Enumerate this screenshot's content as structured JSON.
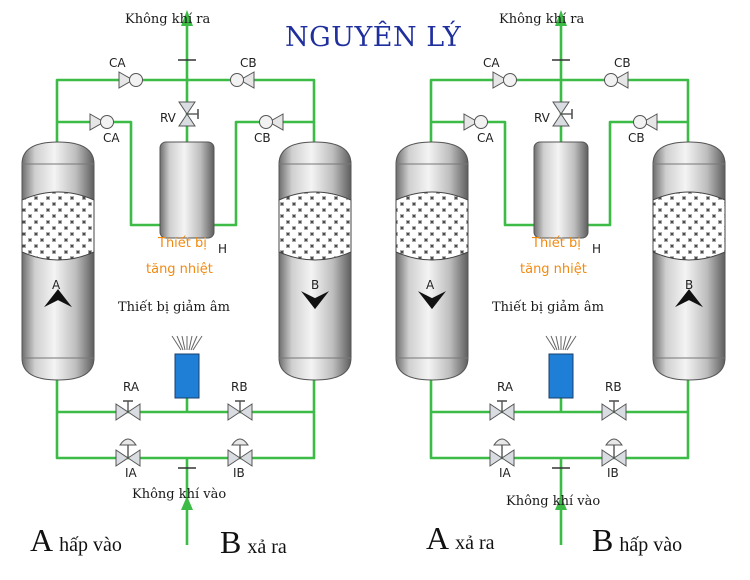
{
  "title": "NGUYÊN LÝ",
  "colors": {
    "pipe": "#3cbc46",
    "title": "#1f2f9e",
    "heater_label": "#f28a10",
    "silencer": "#1f7fd6"
  },
  "panels": [
    {
      "air_out": "Không khí ra",
      "air_in": "Không khí vào",
      "heater_label": "Thiết bị",
      "heater_label_2": "tăng nhiệt",
      "heater_h": "H",
      "silencer_label": "Thiết bị giảm âm",
      "tower_a": "A",
      "tower_b": "B",
      "tower_a_arrow": "up",
      "tower_b_arrow": "down",
      "valve_ca_top": "CA",
      "valve_cb_top": "CB",
      "valve_ca_mid": "CA",
      "valve_cb_mid": "CB",
      "valve_rv": "RV",
      "valve_ra": "RA",
      "valve_rb": "RB",
      "valve_ia": "IA",
      "valve_ib": "IB",
      "caption_a_letter": "A",
      "caption_a_text": "hấp vào",
      "caption_b_letter": "B",
      "caption_b_text": "xả ra"
    },
    {
      "air_out": "Không khí ra",
      "air_in": "Không khí vào",
      "heater_label": "Thiết bị",
      "heater_label_2": "tăng nhiệt",
      "heater_h": "H",
      "silencer_label": "Thiết bị giảm âm",
      "tower_a": "A",
      "tower_b": "B",
      "tower_a_arrow": "down",
      "tower_b_arrow": "up",
      "valve_ca_top": "CA",
      "valve_cb_top": "CB",
      "valve_ca_mid": "CA",
      "valve_cb_mid": "CB",
      "valve_rv": "RV",
      "valve_ra": "RA",
      "valve_rb": "RB",
      "valve_ia": "IA",
      "valve_ib": "IB",
      "caption_a_letter": "A",
      "caption_a_text": "xả ra",
      "caption_b_letter": "B",
      "caption_b_text": "hấp vào"
    }
  ]
}
